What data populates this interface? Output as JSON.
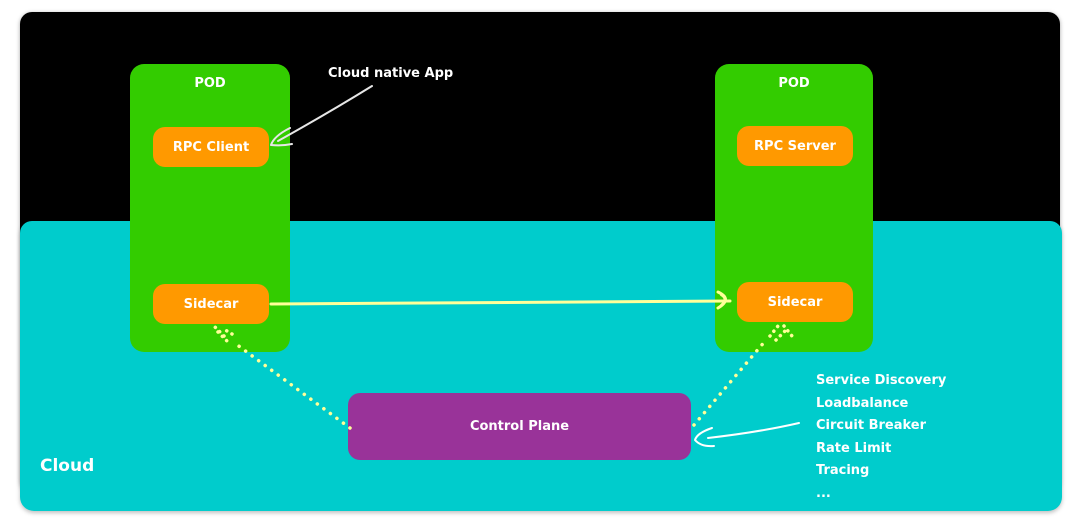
{
  "diagram": {
    "title_region": "Cloud",
    "annotations": {
      "cloud_native_app": "Cloud native App"
    },
    "pods": [
      {
        "label": "POD",
        "app_component": "RPC Client",
        "sidecar": "Sidecar"
      },
      {
        "label": "POD",
        "app_component": "RPC Server",
        "sidecar": "Sidecar"
      }
    ],
    "control_plane": "Control Plane",
    "control_plane_features": [
      "Service Discovery",
      "Loadbalance",
      "Circuit Breaker",
      "Rate Limit",
      "Tracing",
      "..."
    ],
    "connections": [
      {
        "from": "Sidecar (left pod)",
        "to": "Sidecar (right pod)",
        "style": "solid-arrow"
      },
      {
        "from": "Control Plane",
        "to": "Sidecar (left pod)",
        "style": "dotted"
      },
      {
        "from": "Control Plane",
        "to": "Sidecar (right pod)",
        "style": "dotted"
      }
    ],
    "colors": {
      "background_top": "#000000",
      "cloud": "#00cccc",
      "pod": "#33cc00",
      "component": "#ff9900",
      "control_plane": "#993399",
      "connector": "#ffff99",
      "text": "#ffffff"
    }
  }
}
